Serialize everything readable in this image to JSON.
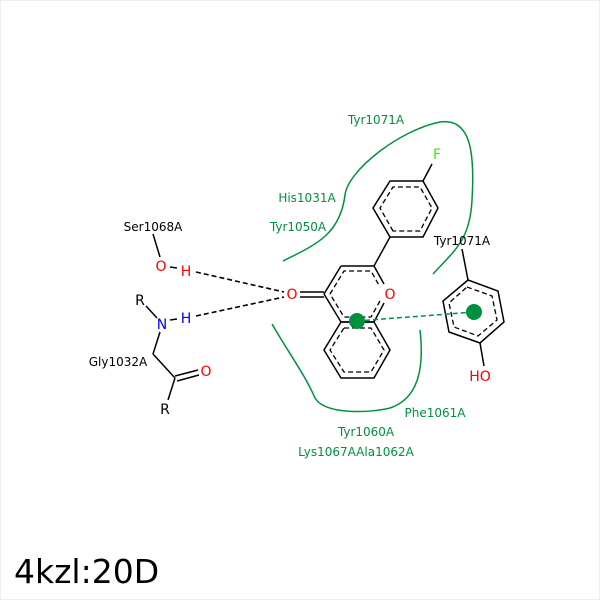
{
  "title": "4kzl:20D",
  "residues": {
    "tyr1071_top": "Tyr1071A",
    "his1031": "His1031A",
    "tyr1050": "Tyr1050A",
    "tyr1071_black": "Tyr1071A",
    "ser1068": "Ser1068A",
    "gly1032": "Gly1032A",
    "phe1061": "Phe1061A",
    "tyr1060": "Tyr1060A",
    "lys_ala": "Lys1067AAla1062A"
  },
  "atoms": {
    "ser_o": "O",
    "ser_h": "H",
    "gly_n": "N",
    "gly_h": "H",
    "gly_r1": "R",
    "gly_o": "O",
    "gly_r2": "R",
    "lig_o_carbonyl": "O",
    "lig_o_ring": "O",
    "lig_f": "F",
    "tyr_oh": "HO"
  },
  "colors": {
    "hydrophobic": "#00913f",
    "oxygen": "#ff0000",
    "nitrogen": "#0000ff",
    "fluorine": "#33ee00"
  }
}
